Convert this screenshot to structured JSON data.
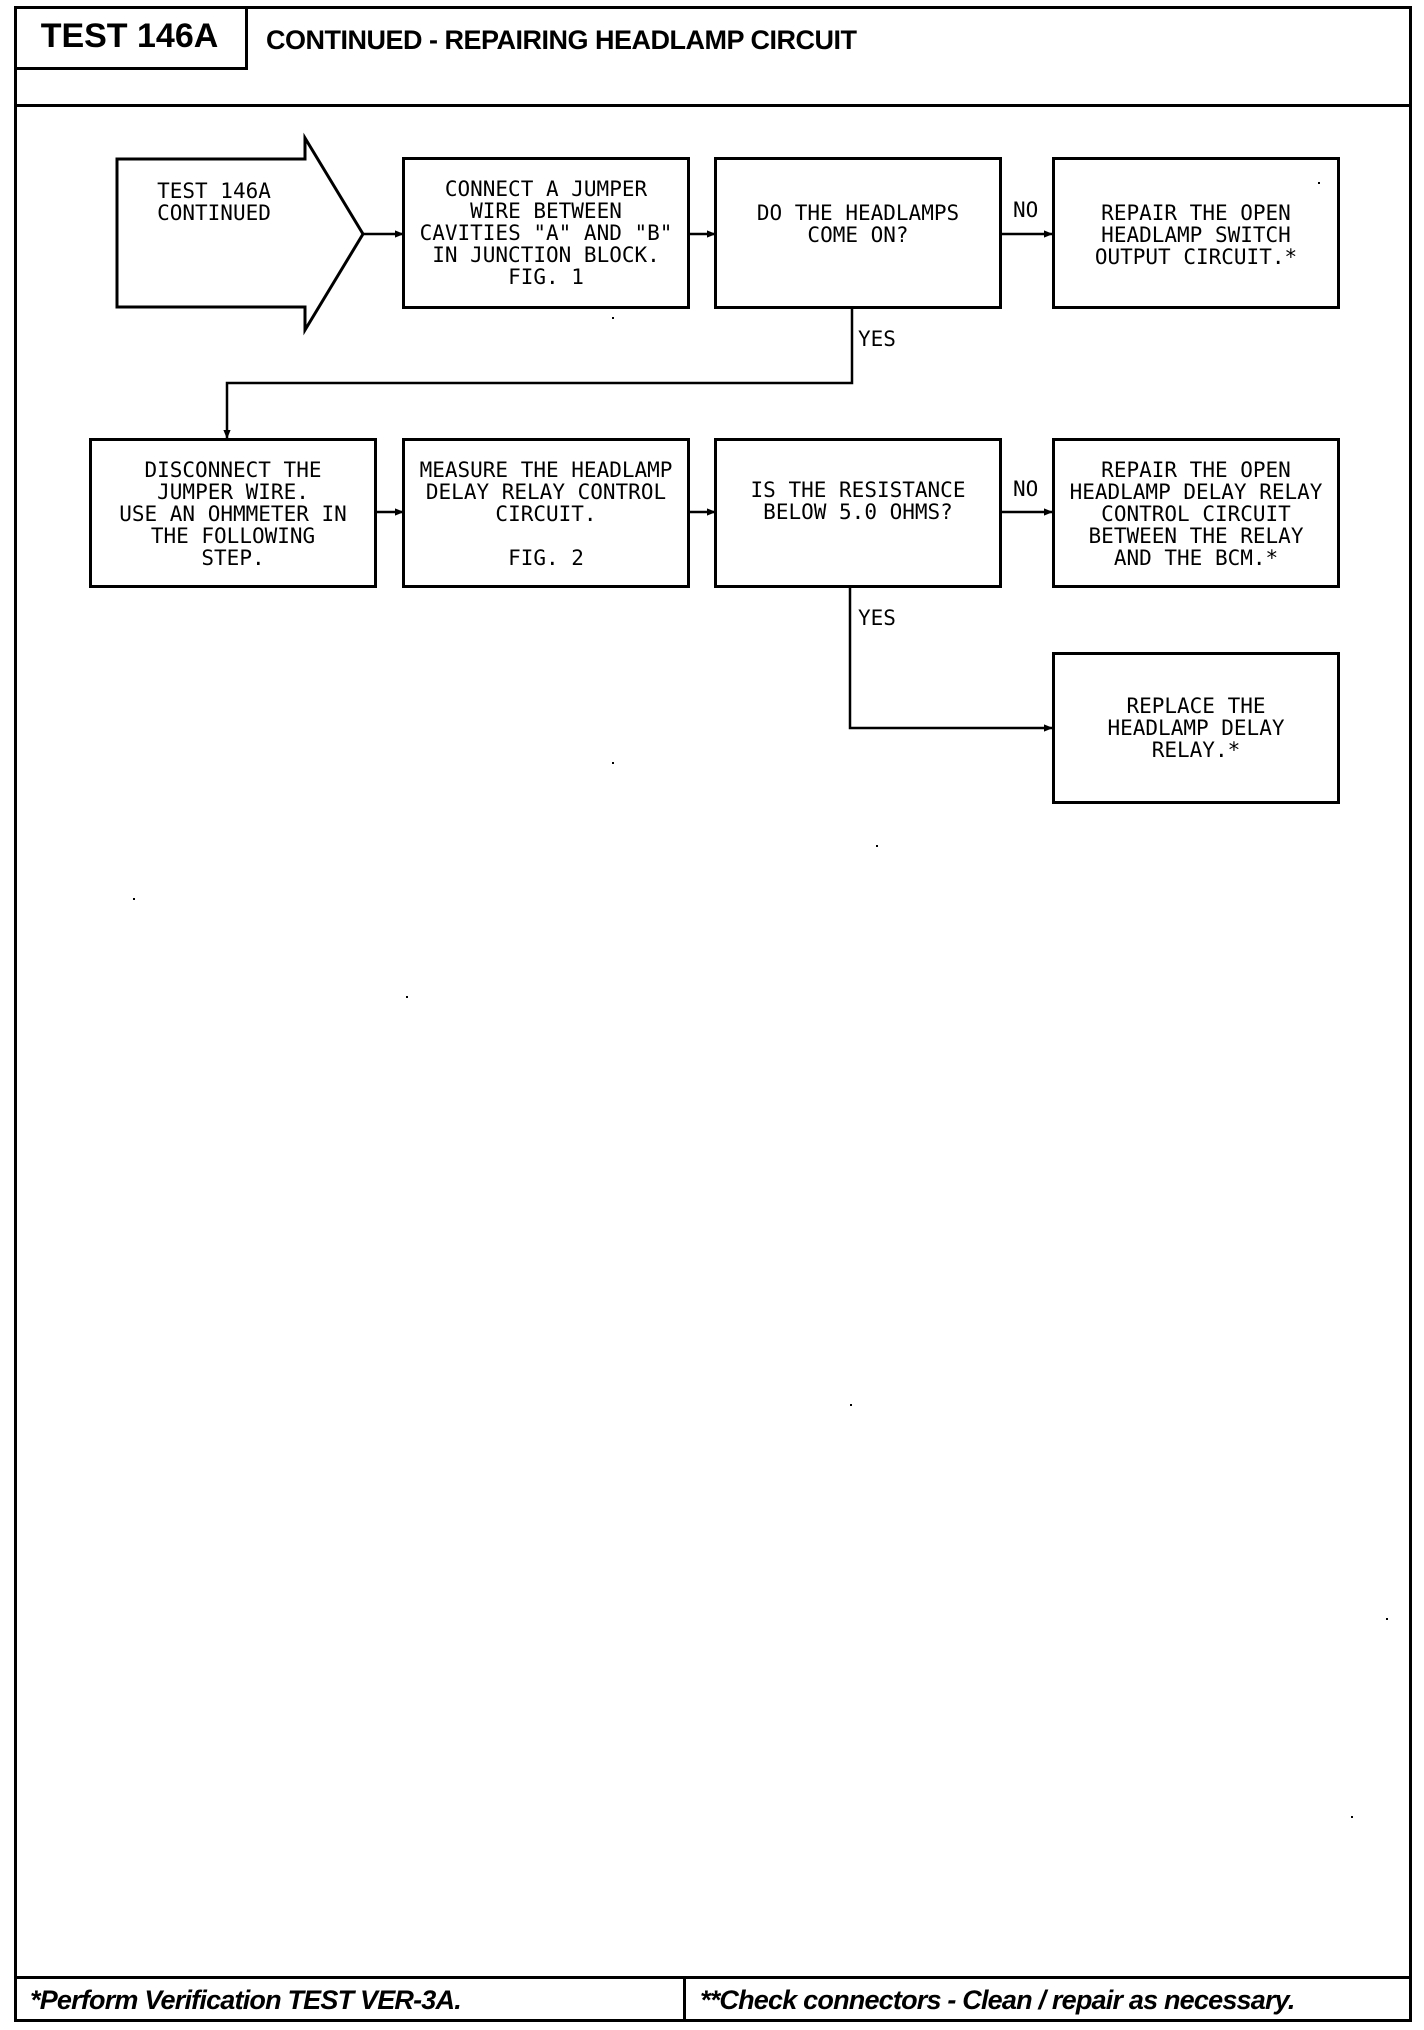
{
  "header": {
    "test_id": "TEST 146A",
    "title": "CONTINUED - REPAIRING HEADLAMP CIRCUIT"
  },
  "nodes": {
    "start": "TEST 146A\nCONTINUED",
    "connect_jumper": "CONNECT A JUMPER\nWIRE BETWEEN\nCAVITIES \"A\" AND \"B\"\nIN JUNCTION BLOCK.\nFIG. 1",
    "headlamps_on": "DO THE HEADLAMPS\nCOME ON?",
    "repair_switch_output": "REPAIR THE OPEN\nHEADLAMP SWITCH\nOUTPUT CIRCUIT.*",
    "disconnect_jumper": "DISCONNECT THE\nJUMPER WIRE.\nUSE AN OHMMETER IN\nTHE FOLLOWING\nSTEP.",
    "measure_relay": "MEASURE THE HEADLAMP\nDELAY RELAY CONTROL\nCIRCUIT.\n\nFIG. 2",
    "resistance_check": "IS THE RESISTANCE\nBELOW 5.0 OHMS?",
    "repair_relay_control": "REPAIR THE OPEN\nHEADLAMP DELAY RELAY\nCONTROL CIRCUIT\nBETWEEN THE RELAY\nAND THE BCM.*",
    "replace_relay": "REPLACE THE\nHEADLAMP DELAY\nRELAY.*"
  },
  "edges": {
    "no_1": "NO",
    "yes_1": "YES",
    "no_2": "NO",
    "yes_2": "YES"
  },
  "footer": {
    "left": "*Perform Verification TEST VER-3A.",
    "right": "**Check connectors - Clean / repair as necessary."
  }
}
